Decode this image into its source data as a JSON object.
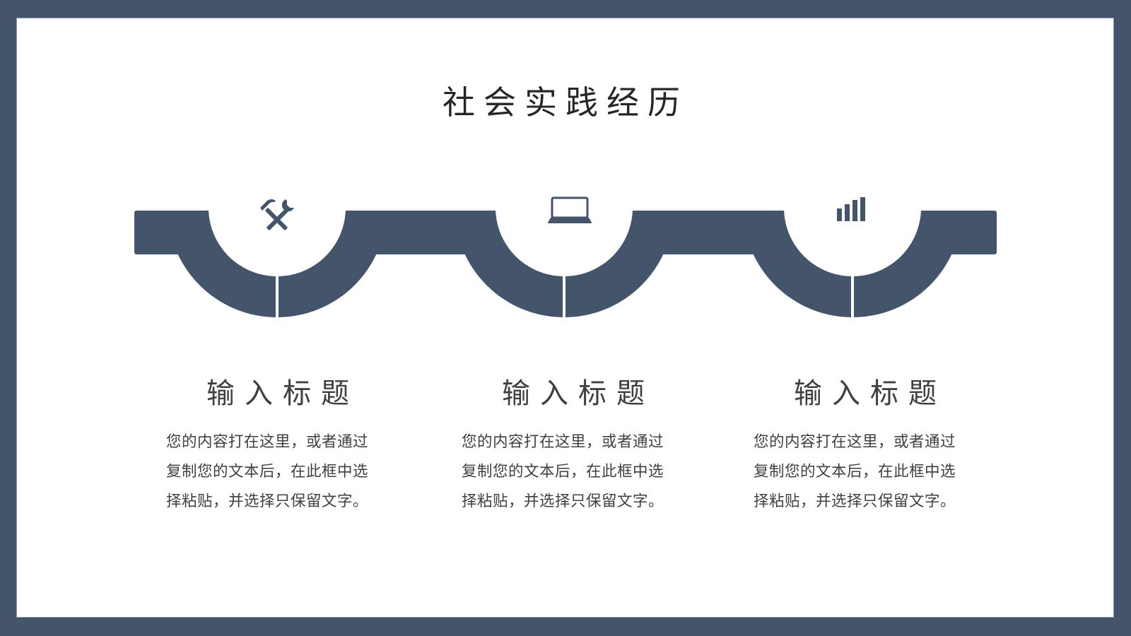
{
  "slide": {
    "title": "社会实践经历",
    "accent_color": "#44546a",
    "steps": [
      {
        "icon": "hammer-wrench-icon",
        "heading": "输入标题",
        "body_lines": [
          "您的内容打在这里，或者通过",
          "复制您的文本后，在此框中选",
          "择粘贴，并选择只保留文字。"
        ]
      },
      {
        "icon": "laptop-icon",
        "heading": "输入标题",
        "body_lines": [
          "您的内容打在这里，或者通过",
          "复制您的文本后，在此框中选",
          "择粘贴，并选择只保留文字。"
        ]
      },
      {
        "icon": "signal-bars-icon",
        "heading": "输入标题",
        "body_lines": [
          "您的内容打在这里，或者通过",
          "复制您的文本后，在此框中选",
          "择粘贴，并选择只保留文字。"
        ]
      }
    ]
  }
}
